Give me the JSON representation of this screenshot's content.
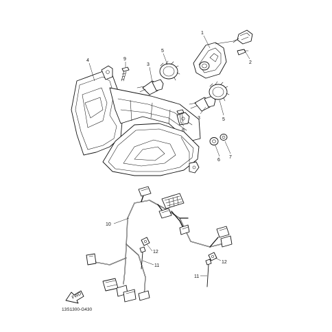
{
  "diagram": {
    "figure_code": "13S1300-G430",
    "front_arrow_label": "FWD",
    "callouts": [
      {
        "id": "c1",
        "text": "1"
      },
      {
        "id": "c2",
        "text": "2"
      },
      {
        "id": "c3a",
        "text": "3"
      },
      {
        "id": "c3b",
        "text": "3"
      },
      {
        "id": "c4",
        "text": "4"
      },
      {
        "id": "c5a",
        "text": "5"
      },
      {
        "id": "c5b",
        "text": "5"
      },
      {
        "id": "c6",
        "text": "6"
      },
      {
        "id": "c7",
        "text": "7"
      },
      {
        "id": "c8",
        "text": "8"
      },
      {
        "id": "c9",
        "text": "9"
      },
      {
        "id": "c10",
        "text": "10"
      },
      {
        "id": "c11a",
        "text": "11"
      },
      {
        "id": "c11b",
        "text": "11"
      },
      {
        "id": "c12a",
        "text": "12"
      },
      {
        "id": "c12b",
        "text": "12"
      }
    ]
  }
}
